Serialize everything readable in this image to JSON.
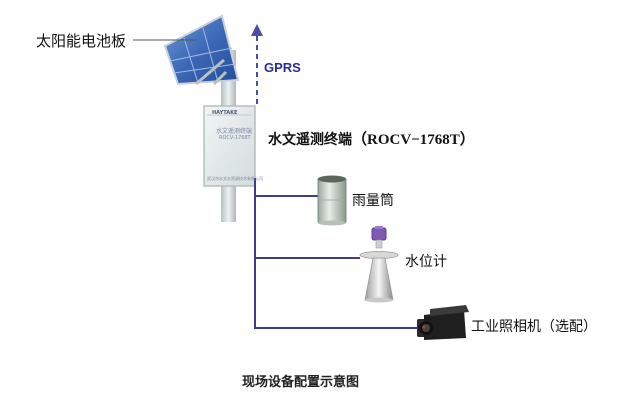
{
  "labels": {
    "solar_panel": "太阳能电池板",
    "gprs": "GPRS",
    "terminal_name": "水文遥测终端",
    "terminal_model": "（ROCV−1768T）",
    "rain_gauge": "雨量筒",
    "water_level_meter": "水位计",
    "camera": "工业照相机（选配）",
    "caption": "现场设备配置示意图"
  },
  "terminal_box": {
    "brand": "HAYTAKE",
    "title": "水文遥测终端",
    "model": "ROCV-1768T",
    "footer": "武汉市水文水资源技术有限公司"
  },
  "colors": {
    "connector_line": "#3c3c8e",
    "pole": "#cfd6d6",
    "box": "#e6ecec"
  }
}
